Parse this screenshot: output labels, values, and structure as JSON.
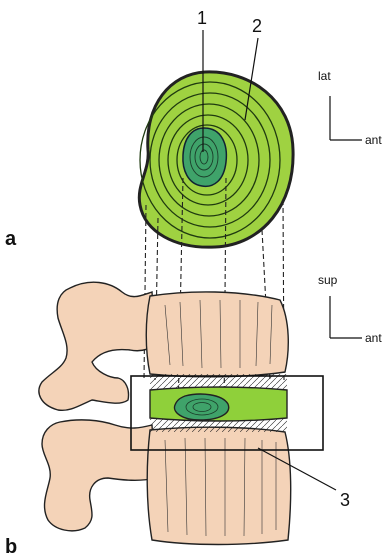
{
  "labels": {
    "one": "1",
    "two": "2",
    "three": "3",
    "panel_a": "a",
    "panel_b": "b"
  },
  "orientation_top": {
    "vertical": "lat",
    "horizontal": "ant"
  },
  "orientation_bottom": {
    "vertical": "sup",
    "horizontal": "ant"
  },
  "colors": {
    "annulus": "#9fd241",
    "nucleus": "#3fa36a",
    "bone": "#f4d3b8",
    "outline": "#222222",
    "disc_band": "#8fd03a"
  }
}
